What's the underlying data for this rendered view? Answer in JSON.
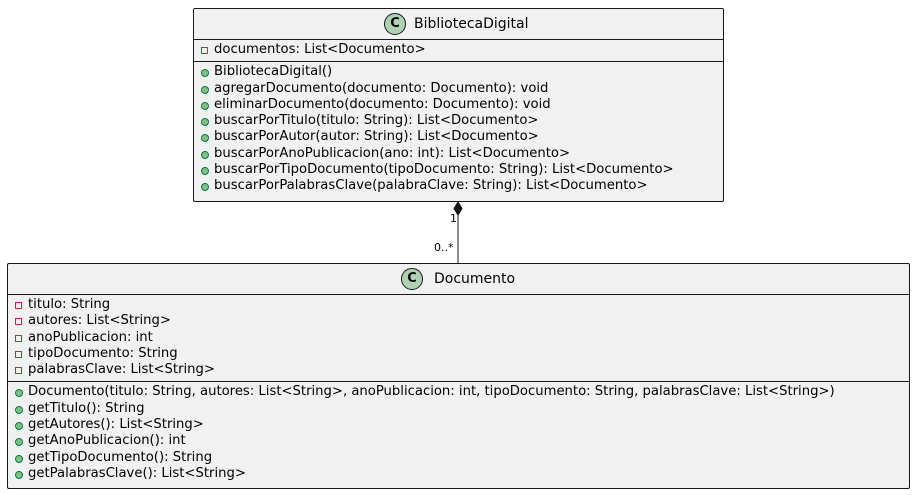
{
  "classes": {
    "biblioteca": {
      "icon_letter": "C",
      "name": "BibliotecaDigital",
      "attributes": [
        {
          "visibility": "private",
          "text": "documentos: List<Documento>"
        }
      ],
      "methods": [
        {
          "visibility": "public",
          "text": "BibliotecaDigital()"
        },
        {
          "visibility": "public",
          "text": "agregarDocumento(documento: Documento): void"
        },
        {
          "visibility": "public",
          "text": "eliminarDocumento(documento: Documento): void"
        },
        {
          "visibility": "public",
          "text": "buscarPorTitulo(titulo: String): List<Documento>"
        },
        {
          "visibility": "public",
          "text": "buscarPorAutor(autor: String): List<Documento>"
        },
        {
          "visibility": "public",
          "text": "buscarPorAnoPublicacion(ano: int): List<Documento>"
        },
        {
          "visibility": "public",
          "text": "buscarPorTipoDocumento(tipoDocumento: String): List<Documento>"
        },
        {
          "visibility": "public",
          "text": "buscarPorPalabrasClave(palabraClave: String): List<Documento>"
        }
      ]
    },
    "documento": {
      "icon_letter": "C",
      "name": "Documento",
      "attributes": [
        {
          "visibility": "private",
          "text": "titulo: String"
        },
        {
          "visibility": "private",
          "text": "autores: List<String>"
        },
        {
          "visibility": "private",
          "text": "anoPublicacion: int"
        },
        {
          "visibility": "private",
          "text": "tipoDocumento: String"
        },
        {
          "visibility": "private",
          "text": "palabrasClave: List<String>"
        }
      ],
      "methods": [
        {
          "visibility": "public",
          "text": "Documento(titulo: String, autores: List<String>, anoPublicacion: int, tipoDocumento: String, palabrasClave: List<String>)"
        },
        {
          "visibility": "public",
          "text": "getTitulo(): String"
        },
        {
          "visibility": "public",
          "text": "getAutores(): List<String>"
        },
        {
          "visibility": "public",
          "text": "getAnoPublicacion(): int"
        },
        {
          "visibility": "public",
          "text": "getTipoDocumento(): String"
        },
        {
          "visibility": "public",
          "text": "getPalabrasClave(): List<String>"
        }
      ]
    }
  },
  "relation": {
    "type": "composition",
    "source_multiplicity": "1",
    "target_multiplicity": "0..*"
  },
  "colors": {
    "class_fill": "#f1f1f1",
    "border": "#181818",
    "icon_fill": "#add1b2",
    "private_marker": "#c82930",
    "public_marker_fill": "#84be84",
    "public_marker_border": "#038048"
  }
}
